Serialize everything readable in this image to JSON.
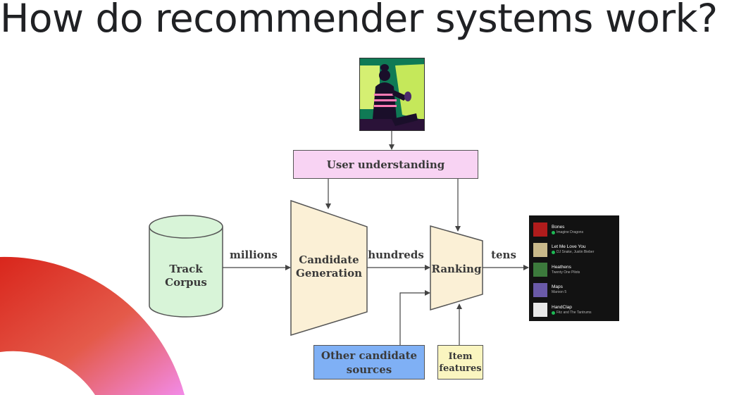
{
  "title": "How do recommender systems work?",
  "nodes": {
    "user_understanding": "User understanding",
    "track_corpus": [
      "Track",
      "Corpus"
    ],
    "candidate_generation": [
      "Candidate",
      "Generation"
    ],
    "ranking": "Ranking",
    "other_sources": [
      "Other candidate",
      "sources"
    ],
    "item_features": [
      "Item",
      "features"
    ]
  },
  "edges": {
    "corpus_to_candidates": "millions",
    "candidates_to_ranking": "hundreds",
    "ranking_to_output": "tens"
  },
  "playlist": [
    {
      "name": "Bones",
      "artist": "Imagine Dragons",
      "thumb_color": "#b01c1c"
    },
    {
      "name": "Let Me Love You",
      "artist": "DJ Snake, Justin Bieber",
      "thumb_color": "#c9b98a"
    },
    {
      "name": "Heathens",
      "artist": "Twenty One Pilots",
      "thumb_color": "#3c7a3c"
    },
    {
      "name": "Maps",
      "artist": "Maroon 5",
      "thumb_color": "#6a5aa8"
    },
    {
      "name": "HandClap",
      "artist": "Fitz and The Tantrums",
      "thumb_color": "#e8e8e8"
    }
  ],
  "colors": {
    "user_box": "#f8d3f3",
    "corpus": "#d8f4d8",
    "candidate": "#fbf0d6",
    "ranking": "#fbf0d6",
    "other_sources": "#7fb0f5",
    "item_features": "#faf5c0",
    "playlist_bg": "#121212",
    "accent_gradient": [
      "#d9261c",
      "#f28be8"
    ]
  }
}
